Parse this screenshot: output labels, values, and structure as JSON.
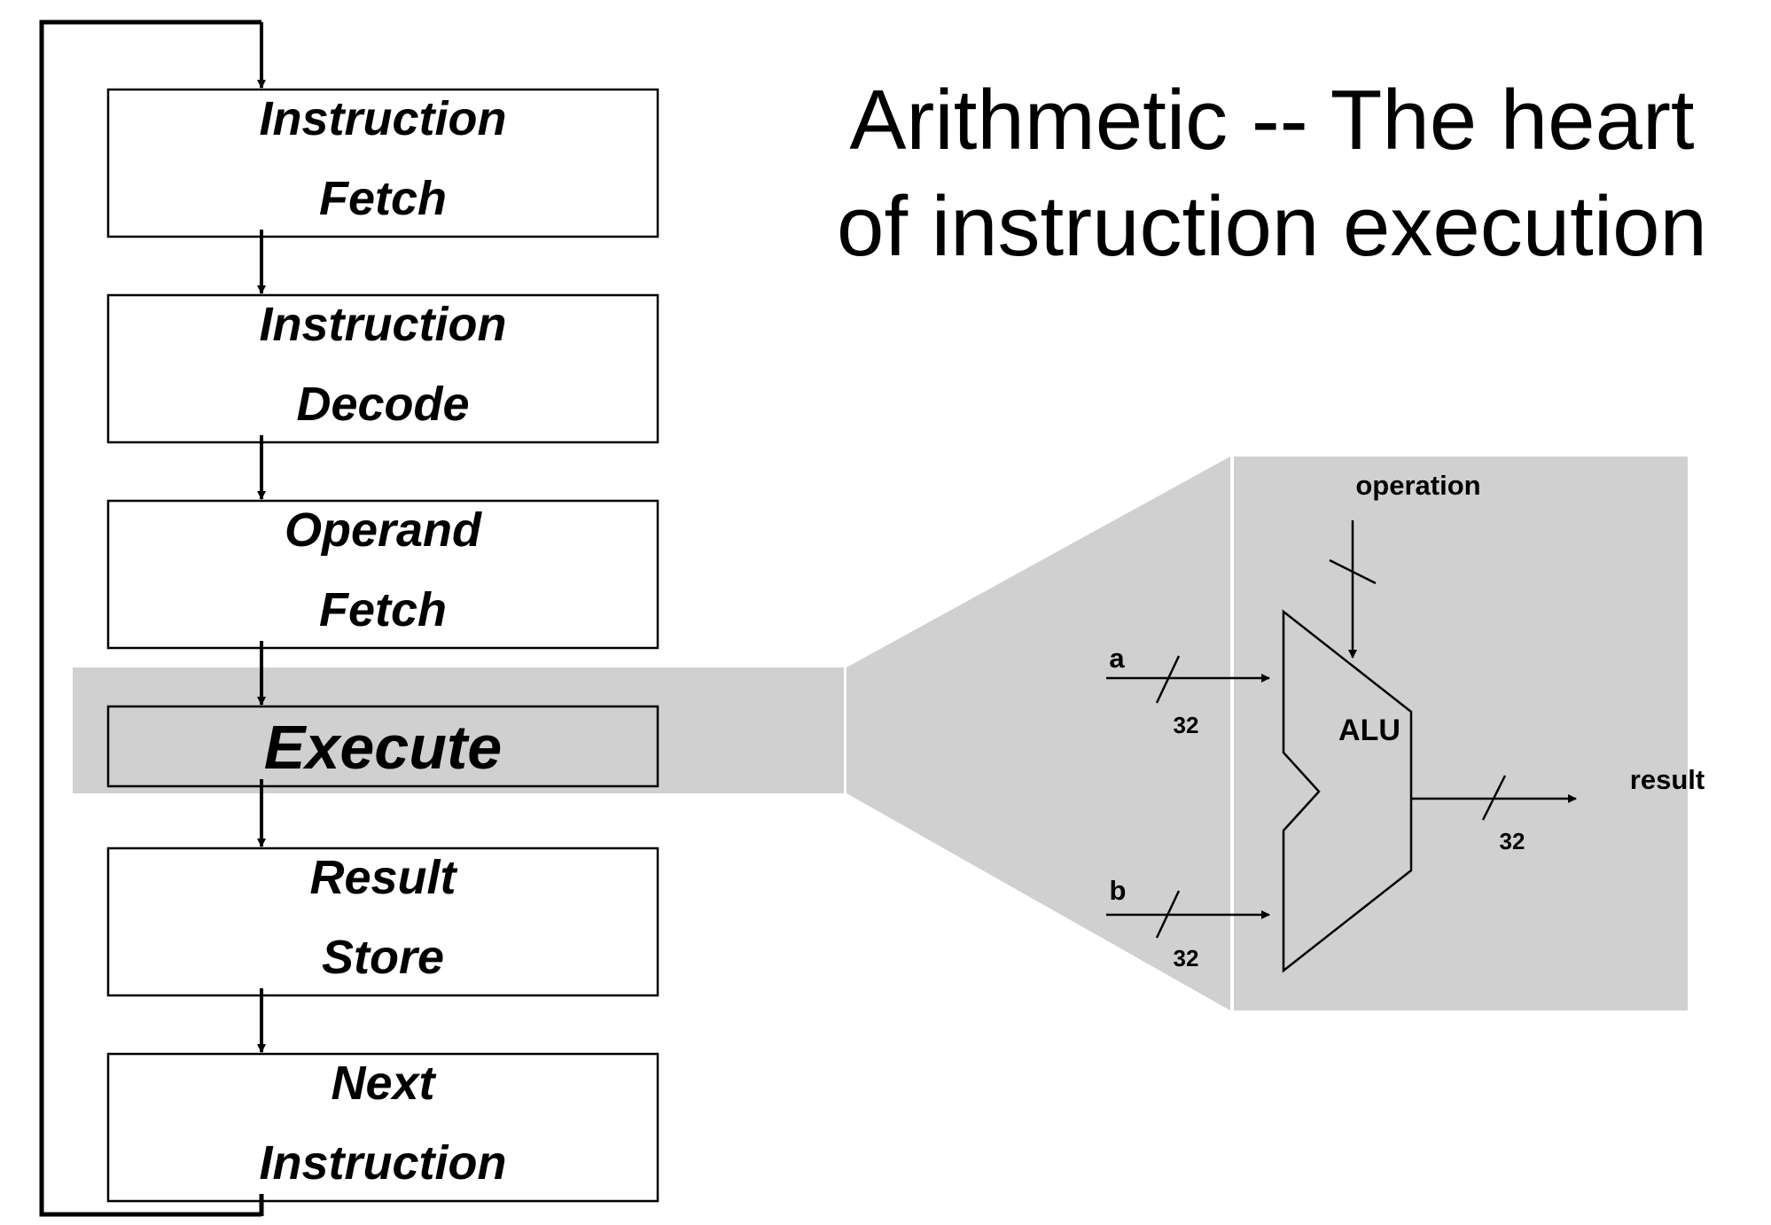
{
  "title": {
    "line1": "Arithmetic -- The heart",
    "line2": "of instruction execution"
  },
  "pipeline": {
    "stages": [
      {
        "line1": "Instruction",
        "line2": "Fetch",
        "highlighted": false
      },
      {
        "line1": "Instruction",
        "line2": "Decode",
        "highlighted": false
      },
      {
        "line1": "Operand",
        "line2": "Fetch",
        "highlighted": false
      },
      {
        "line1": "Execute",
        "line2": "",
        "highlighted": true
      },
      {
        "line1": "Result",
        "line2": "Store",
        "highlighted": false
      },
      {
        "line1": "Next",
        "line2": "Instruction",
        "highlighted": false
      }
    ]
  },
  "alu": {
    "label": "ALU",
    "operation_label": "operation",
    "input_a_label": "a",
    "input_a_width": "32",
    "input_b_label": "b",
    "input_b_width": "32",
    "output_label": "result",
    "output_width": "32"
  },
  "colors": {
    "highlight": "#d0d0d0",
    "line": "#000000",
    "background": "#ffffff"
  }
}
